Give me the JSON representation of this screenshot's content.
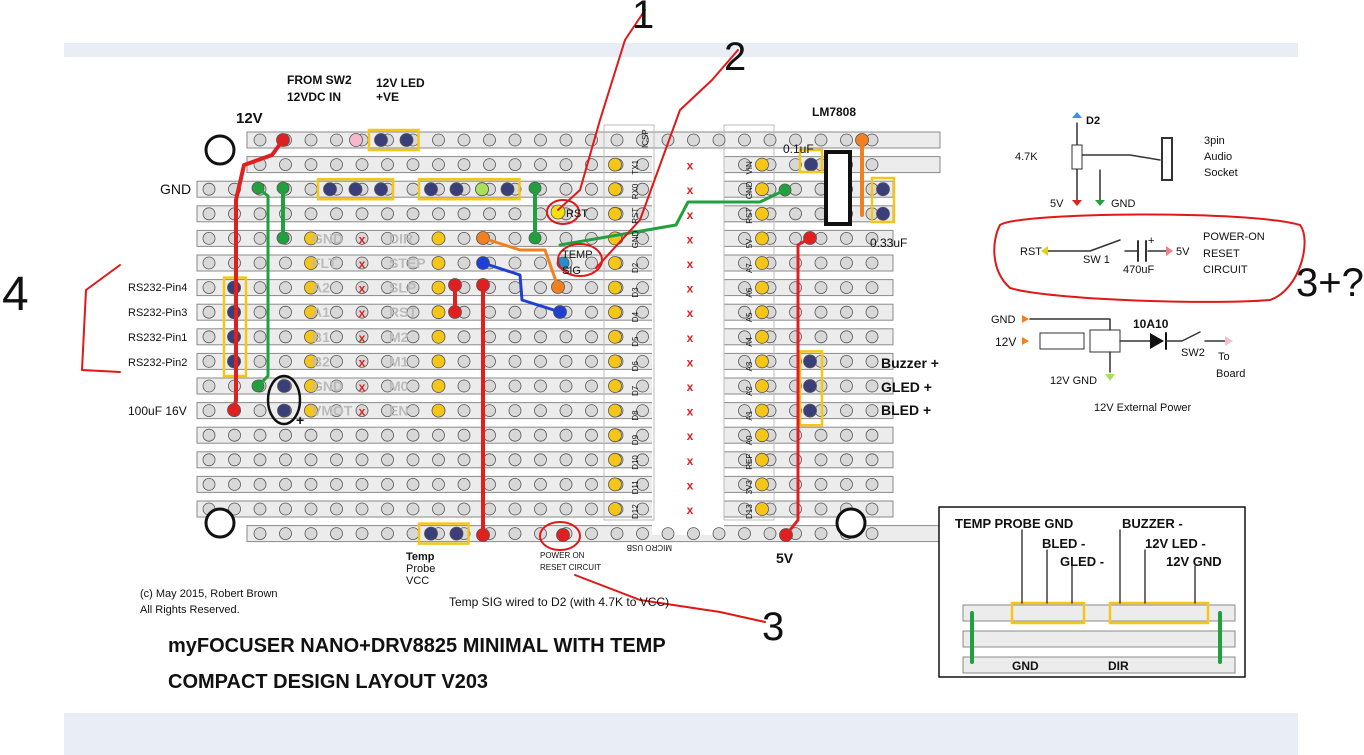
{
  "title": {
    "line1": "myFOCUSER NANO+DRV8825  MINIMAL WITH TEMP",
    "line2": "COMPACT DESIGN LAYOUT  V203"
  },
  "copyright": {
    "line1": "(c) May 2015, Robert Brown",
    "line2": "All Rights Reserved."
  },
  "notes": {
    "temp_sig": "Temp SIG wired to D2 (with 4.7K to VCC)"
  },
  "board_labels": {
    "v12": "12V",
    "gnd": "GND",
    "from_sw2_1": "FROM SW2",
    "from_sw2_2": "12VDC IN",
    "led_1": "12V LED",
    "led_2": "+VE",
    "lm7808": "LM7808",
    "cap_01": "0.1uF",
    "cap_033": "0.33uF",
    "cap_100": "100uF 16V",
    "plus": "+",
    "rst": "RST",
    "temp": "TEMP",
    "sig": "SIG",
    "rs232_4": "RS232-Pin4",
    "rs232_3": "RS232-Pin3",
    "rs232_1": "RS232-Pin1",
    "rs232_2": "RS232-Pin2",
    "buzzer": "Buzzer +",
    "gled": "GLED +",
    "bled": "BLED +",
    "v5": "5V",
    "temp_probe_1": "Temp",
    "temp_probe_2": "Probe",
    "temp_probe_3": "VCC",
    "power_on_1": "POWER ON",
    "power_on_2": "RESET CIRCUIT",
    "micro_usb": "MICRO USB"
  },
  "drv_pins_left": [
    "GND",
    "FLT",
    "A2",
    "A1",
    "B1",
    "B2",
    "GND",
    "VMOT"
  ],
  "drv_pins_right": [
    "DIR",
    "STEP",
    "SLP",
    "RST",
    "M2",
    "M1",
    "M0",
    "EN"
  ],
  "nano_left": [
    "TX1",
    "RX0",
    "RST",
    "GND",
    "D2",
    "D3",
    "D4",
    "D5",
    "D6",
    "D7",
    "D8",
    "D9",
    "D10",
    "D11",
    "D12"
  ],
  "nano_right": [
    "VIN",
    "GND",
    "RST",
    "5V",
    "A7",
    "A6",
    "A5",
    "A4",
    "A3",
    "A2",
    "A1",
    "A0",
    "REF",
    "3V3",
    "D13"
  ],
  "nano_top": "ICSP",
  "handwritten": {
    "n1": "1",
    "n2": "2",
    "n3": "3",
    "n4": "4",
    "n3b": "3+?"
  },
  "audio": {
    "d2": "D2",
    "r": "4.7K",
    "v5": "5V",
    "gnd": "GND",
    "t1": "3pin",
    "t2": "Audio",
    "t3": "Socket"
  },
  "reset": {
    "rst": "RST",
    "sw": "SW 1",
    "cap": "470uF",
    "v5": "5V",
    "plus": "+",
    "t1": "POWER-ON",
    "t2": "RESET",
    "t3": "CIRCUIT"
  },
  "ext_power": {
    "gnd": "GND",
    "v12": "12V",
    "diode": "10A10",
    "sw": "SW2",
    "to1": "To",
    "to2": "Board",
    "v12gnd": "12V GND",
    "title": "12V  External Power"
  },
  "inset": {
    "temp_gnd": "TEMP PROBE GND",
    "bled": "BLED -",
    "gled": "GLED -",
    "buzzer": "BUZZER  -",
    "led": "12V LED -",
    "gnd12": "12V GND",
    "row3a": "GND",
    "row3b": "DIR"
  },
  "colors": {
    "red": "#e02020",
    "green": "#22a040",
    "orange": "#f08020",
    "blue": "#2040d0",
    "yellow": "#f5c518",
    "navy": "#3a3f7a",
    "rail": "#cfcfcf",
    "hand": "#e01818"
  }
}
